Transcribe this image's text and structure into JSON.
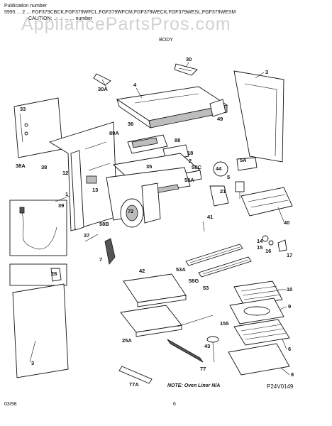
{
  "header": {
    "pub_label": "Publication number",
    "line2": "5995 ... 2 ... FGF379CBCK,FGF379WFCL,FGF379WFCM,FGF379WECK,FGF379WESL,FGF379WESM",
    "line3": "CAUTION: ... ... ... ... number"
  },
  "watermark": "AppliancePartsPros.com",
  "section_title": "BODY",
  "parts": {
    "p1": "1",
    "p2": "2",
    "p3": "3",
    "p3b": "3",
    "p4": "4",
    "p5a": "5A",
    "p5": "5",
    "p7": "7",
    "p8": "8",
    "p9": "9",
    "p10": "10",
    "p12": "12",
    "p13": "13",
    "p14": "14",
    "p15": "15",
    "p16": "16",
    "p17": "17",
    "p18": "18",
    "p21": "21",
    "p25a": "25A",
    "p28": "28",
    "p30": "30",
    "p30a": "30A",
    "p33": "33",
    "p35": "35",
    "p36": "36",
    "p37": "37",
    "p38": "38",
    "p38a": "38A",
    "p39": "39",
    "p40": "40",
    "p41": "41",
    "p42": "42",
    "p43": "43",
    "p44": "44",
    "p49": "49",
    "p53": "53",
    "p53a": "53A",
    "p58a": "58A",
    "p58b": "58B",
    "p58c": "58C",
    "p58g": "58G",
    "p6": "6",
    "p72": "72",
    "p77": "77",
    "p77a": "77A",
    "p88": "88",
    "p89a": "89A",
    "p155": "155"
  },
  "note": "NOTE: Oven Liner N/A",
  "figure_code": "P24V0149",
  "footer": {
    "date": "03/98",
    "page": "6"
  }
}
